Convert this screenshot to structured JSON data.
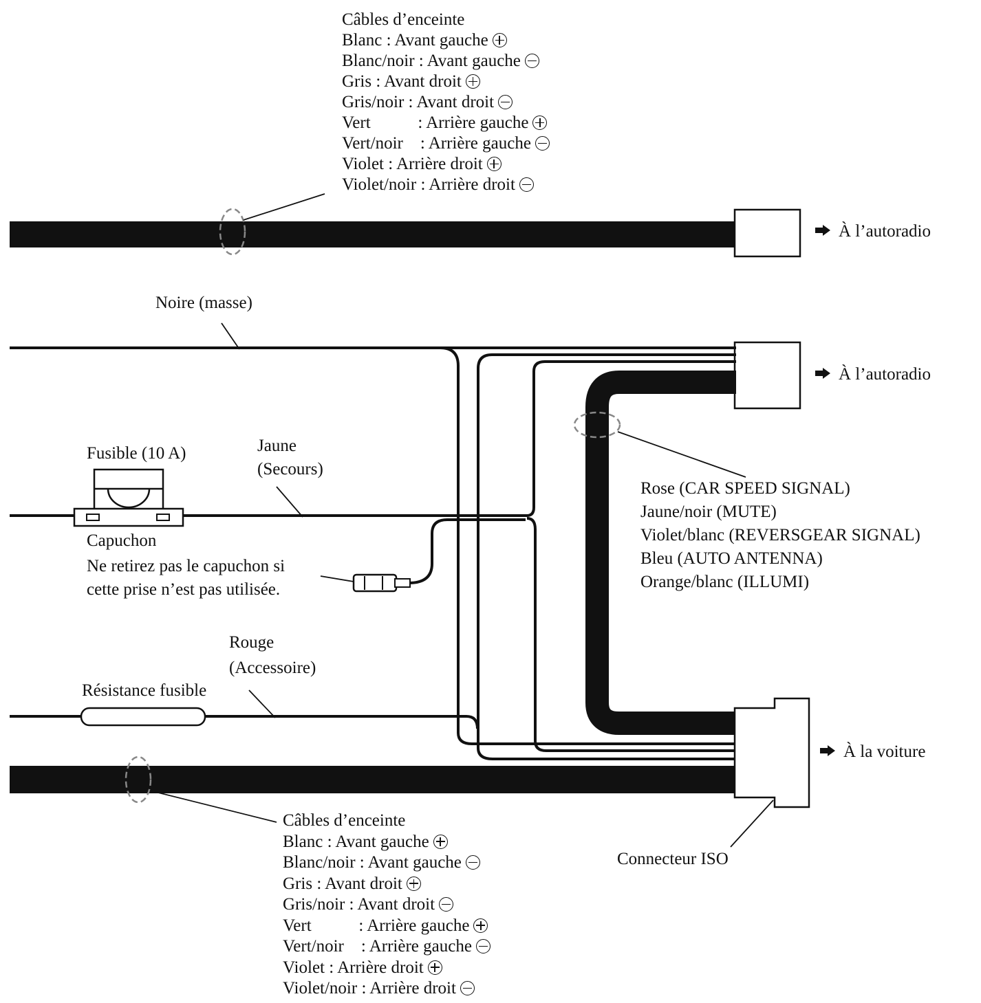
{
  "top_speaker_cables": {
    "title": "Câbles d’enceinte",
    "rows": [
      {
        "color": "Blanc",
        "sep": " : ",
        "pos": "Avant gauche",
        "pol": "plus"
      },
      {
        "color": "Blanc/noir",
        "sep": " : ",
        "pos": "Avant gauche",
        "pol": "minus"
      },
      {
        "color": "Gris",
        "sep": " : ",
        "pos": "Avant droit",
        "pol": "plus"
      },
      {
        "color": "Gris/noir",
        "sep": " : ",
        "pos": "Avant droit",
        "pol": "minus"
      },
      {
        "color": "Vert",
        "sep": "           : ",
        "pos": "Arrière gauche",
        "pol": "plus"
      },
      {
        "color": "Vert/noir",
        "sep": "    : ",
        "pos": "Arrière gauche",
        "pol": "minus"
      },
      {
        "color": "Violet",
        "sep": " : ",
        "pos": "Arrière droit",
        "pol": "plus"
      },
      {
        "color": "Violet/noir",
        "sep": " : ",
        "pos": "Arrière droit",
        "pol": "minus"
      }
    ]
  },
  "bottom_speaker_cables": {
    "title": "Câbles d’enceinte",
    "rows": [
      {
        "color": "Blanc",
        "sep": " : ",
        "pos": "Avant gauche",
        "pol": "plus"
      },
      {
        "color": "Blanc/noir",
        "sep": " : ",
        "pos": "Avant gauche",
        "pol": "minus"
      },
      {
        "color": "Gris",
        "sep": " : ",
        "pos": "Avant droit",
        "pol": "plus"
      },
      {
        "color": "Gris/noir",
        "sep": " : ",
        "pos": "Avant droit",
        "pol": "minus"
      },
      {
        "color": "Vert",
        "sep": "           : ",
        "pos": "Arrière gauche",
        "pol": "plus"
      },
      {
        "color": "Vert/noir",
        "sep": "    : ",
        "pos": "Arrière gauche",
        "pol": "minus"
      },
      {
        "color": "Violet",
        "sep": " : ",
        "pos": "Arrière droit",
        "pol": "plus"
      },
      {
        "color": "Violet/noir",
        "sep": " : ",
        "pos": "Arrière droit",
        "pol": "minus"
      }
    ]
  },
  "destinations": {
    "radio_1": "À l’autoradio",
    "radio_2": "À l’autoradio",
    "vehicle": "À la voiture"
  },
  "wires": {
    "ground": "Noire (masse)",
    "backup_line1": "Jaune",
    "backup_line2": "(Secours)",
    "accessory_line1": "Rouge",
    "accessory_line2": "(Accessoire)"
  },
  "fuse": {
    "label": "Fusible (10 A)",
    "cap_label": "Capuchon",
    "cap_note_line1": "Ne retirez pas le capuchon si",
    "cap_note_line2": "cette prise n’est pas utilisée."
  },
  "resistor": {
    "label": "Résistance fusible"
  },
  "signal_wires": [
    "Rose (CAR SPEED SIGNAL)",
    "Jaune/noir (MUTE)",
    "Violet/blanc (REVERSGEAR SIGNAL)",
    "Bleu (AUTO ANTENNA)",
    "Orange/blanc (ILLUMI)"
  ],
  "iso_connector": {
    "label": "Connecteur ISO"
  },
  "icons": {
    "polarity_plus": "circled-plus-icon",
    "polarity_minus": "circled-minus-icon",
    "direction": "right-arrow-icon"
  },
  "colors": {
    "ink": "#111111",
    "paper": "#ffffff"
  }
}
